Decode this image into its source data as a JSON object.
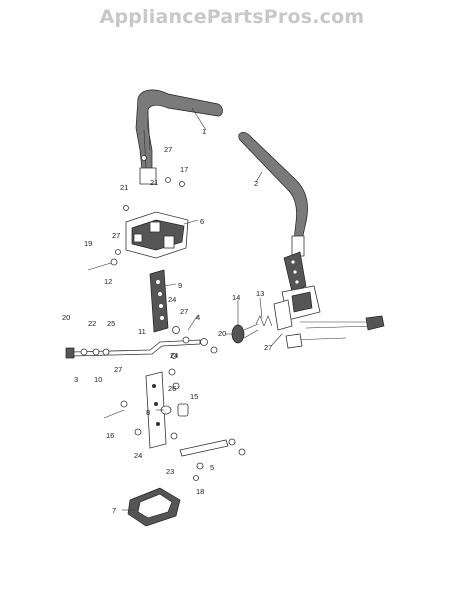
{
  "watermark": "AppliancePartsPros.com",
  "callouts": {
    "c1": "1",
    "c2": "2",
    "c3": "3",
    "c5": "5",
    "c6": "6",
    "c7": "7",
    "c8": "8",
    "c9": "9",
    "c10": "10",
    "c11": "11",
    "c12": "12",
    "c13": "13",
    "c14": "14",
    "c15": "15",
    "c16": "16",
    "c17": "17",
    "c18": "18",
    "c19": "19",
    "c20a": "20",
    "c20b": "20",
    "c21a": "21",
    "c21b": "21",
    "c22": "22",
    "c23": "23",
    "c24a": "24",
    "c24b": "24",
    "c24c": "24",
    "c25": "25",
    "c26": "26",
    "c27a": "27",
    "c27b": "27",
    "c27c": "27",
    "c27d": "27",
    "c27e": "27",
    "c4": "4"
  }
}
